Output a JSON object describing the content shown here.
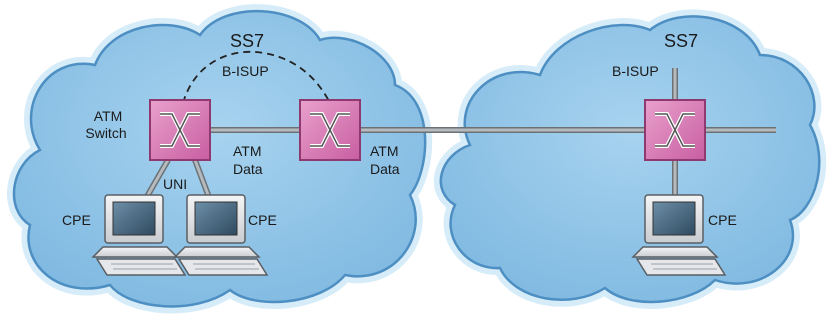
{
  "labels": {
    "ss7_left": "SS7",
    "ss7_right": "SS7",
    "bisup_left": "B-ISUP",
    "bisup_right": "B-ISUP",
    "atm_switch_line1": "ATM",
    "atm_switch_line2": "Switch",
    "atm_data_1_line1": "ATM",
    "atm_data_1_line2": "Data",
    "atm_data_2_line1": "ATM",
    "atm_data_2_line2": "Data",
    "uni": "UNI",
    "cpe_left": "CPE",
    "cpe_middle": "CPE",
    "cpe_right": "CPE"
  },
  "colors": {
    "cloud_fill": "#8ec3e6",
    "cloud_edge": "#4d8fc2",
    "cloud_halo": "#d6ecf9",
    "switch_fill": "#d977b3",
    "switch_edge": "#8e3a70",
    "link": "#9da2a6",
    "link_edge": "#6c7176"
  },
  "icons": {
    "switch": "atm-switch-icon",
    "computer": "computer-icon"
  }
}
